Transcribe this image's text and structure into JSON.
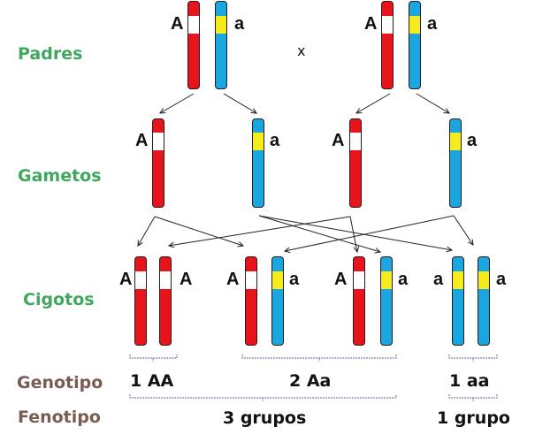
{
  "colors": {
    "dominant_chromosome": "#e8141b",
    "recessive_chromosome": "#1aa6e0",
    "dominant_band": "#ffffff",
    "recessive_band": "#f6ec1c",
    "row_label_green": "#3fa85e",
    "row_label_brown": "#7a5c52",
    "bracket": "#7a5a9a"
  },
  "row_labels": {
    "padres": "Padres",
    "gametos": "Gametos",
    "cigotos": "Cigotos",
    "genotipo": "Genotipo",
    "fenotipo": "Fenotipo"
  },
  "cross_symbol": "x",
  "parents": [
    {
      "chromosomes": [
        {
          "allele": "A",
          "type": "dominant"
        },
        {
          "allele": "a",
          "type": "recessive"
        }
      ]
    },
    {
      "chromosomes": [
        {
          "allele": "A",
          "type": "dominant"
        },
        {
          "allele": "a",
          "type": "recessive"
        }
      ]
    }
  ],
  "gametes": [
    {
      "allele": "A",
      "type": "dominant"
    },
    {
      "allele": "a",
      "type": "recessive"
    },
    {
      "allele": "A",
      "type": "dominant"
    },
    {
      "allele": "a",
      "type": "recessive"
    }
  ],
  "zygotes": [
    {
      "genotype": "AA",
      "chromosomes": [
        {
          "allele": "A",
          "type": "dominant"
        },
        {
          "allele": "A",
          "type": "dominant"
        }
      ]
    },
    {
      "genotype": "Aa",
      "chromosomes": [
        {
          "allele": "A",
          "type": "dominant"
        },
        {
          "allele": "a",
          "type": "recessive"
        }
      ]
    },
    {
      "genotype": "Aa",
      "chromosomes": [
        {
          "allele": "A",
          "type": "dominant"
        },
        {
          "allele": "a",
          "type": "recessive"
        }
      ]
    },
    {
      "genotype": "aa",
      "chromosomes": [
        {
          "allele": "a",
          "type": "recessive"
        },
        {
          "allele": "a",
          "type": "recessive"
        }
      ]
    }
  ],
  "genotype_counts": [
    {
      "label": "1 AA"
    },
    {
      "label": "2 Aa"
    },
    {
      "label": "1 aa"
    }
  ],
  "phenotype_counts": [
    {
      "label": "3 grupos"
    },
    {
      "label": "1 grupo"
    }
  ]
}
